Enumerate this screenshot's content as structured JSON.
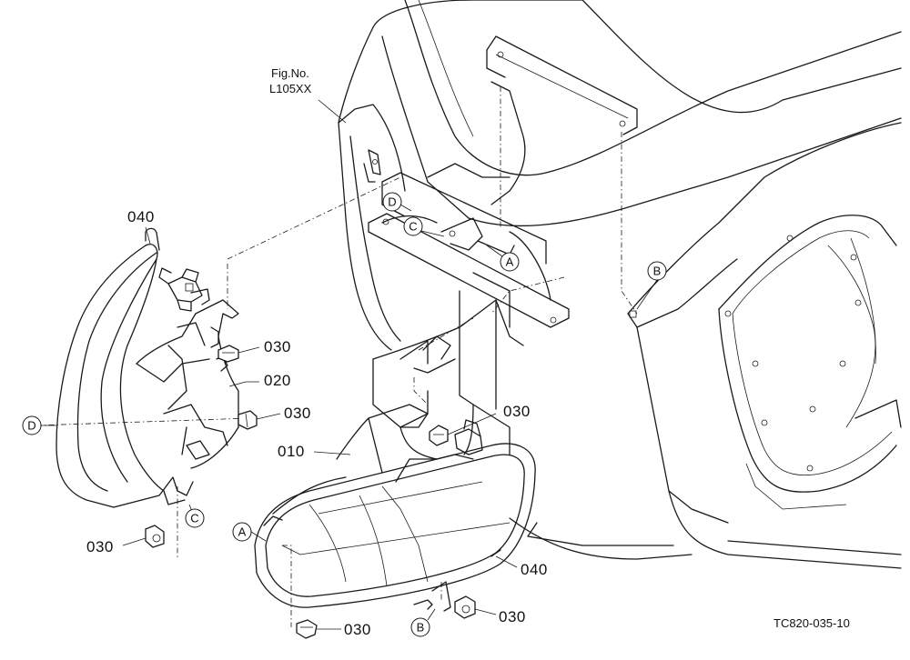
{
  "figure": {
    "ref_line1": "Fig.No.",
    "ref_line2": "L105XX",
    "drawing_code": "TC820-035-10"
  },
  "parts": {
    "p010": "010",
    "p020": "020",
    "p030": "030",
    "p040": "040"
  },
  "refs": {
    "A": "A",
    "B": "B",
    "C": "C",
    "D": "D"
  }
}
